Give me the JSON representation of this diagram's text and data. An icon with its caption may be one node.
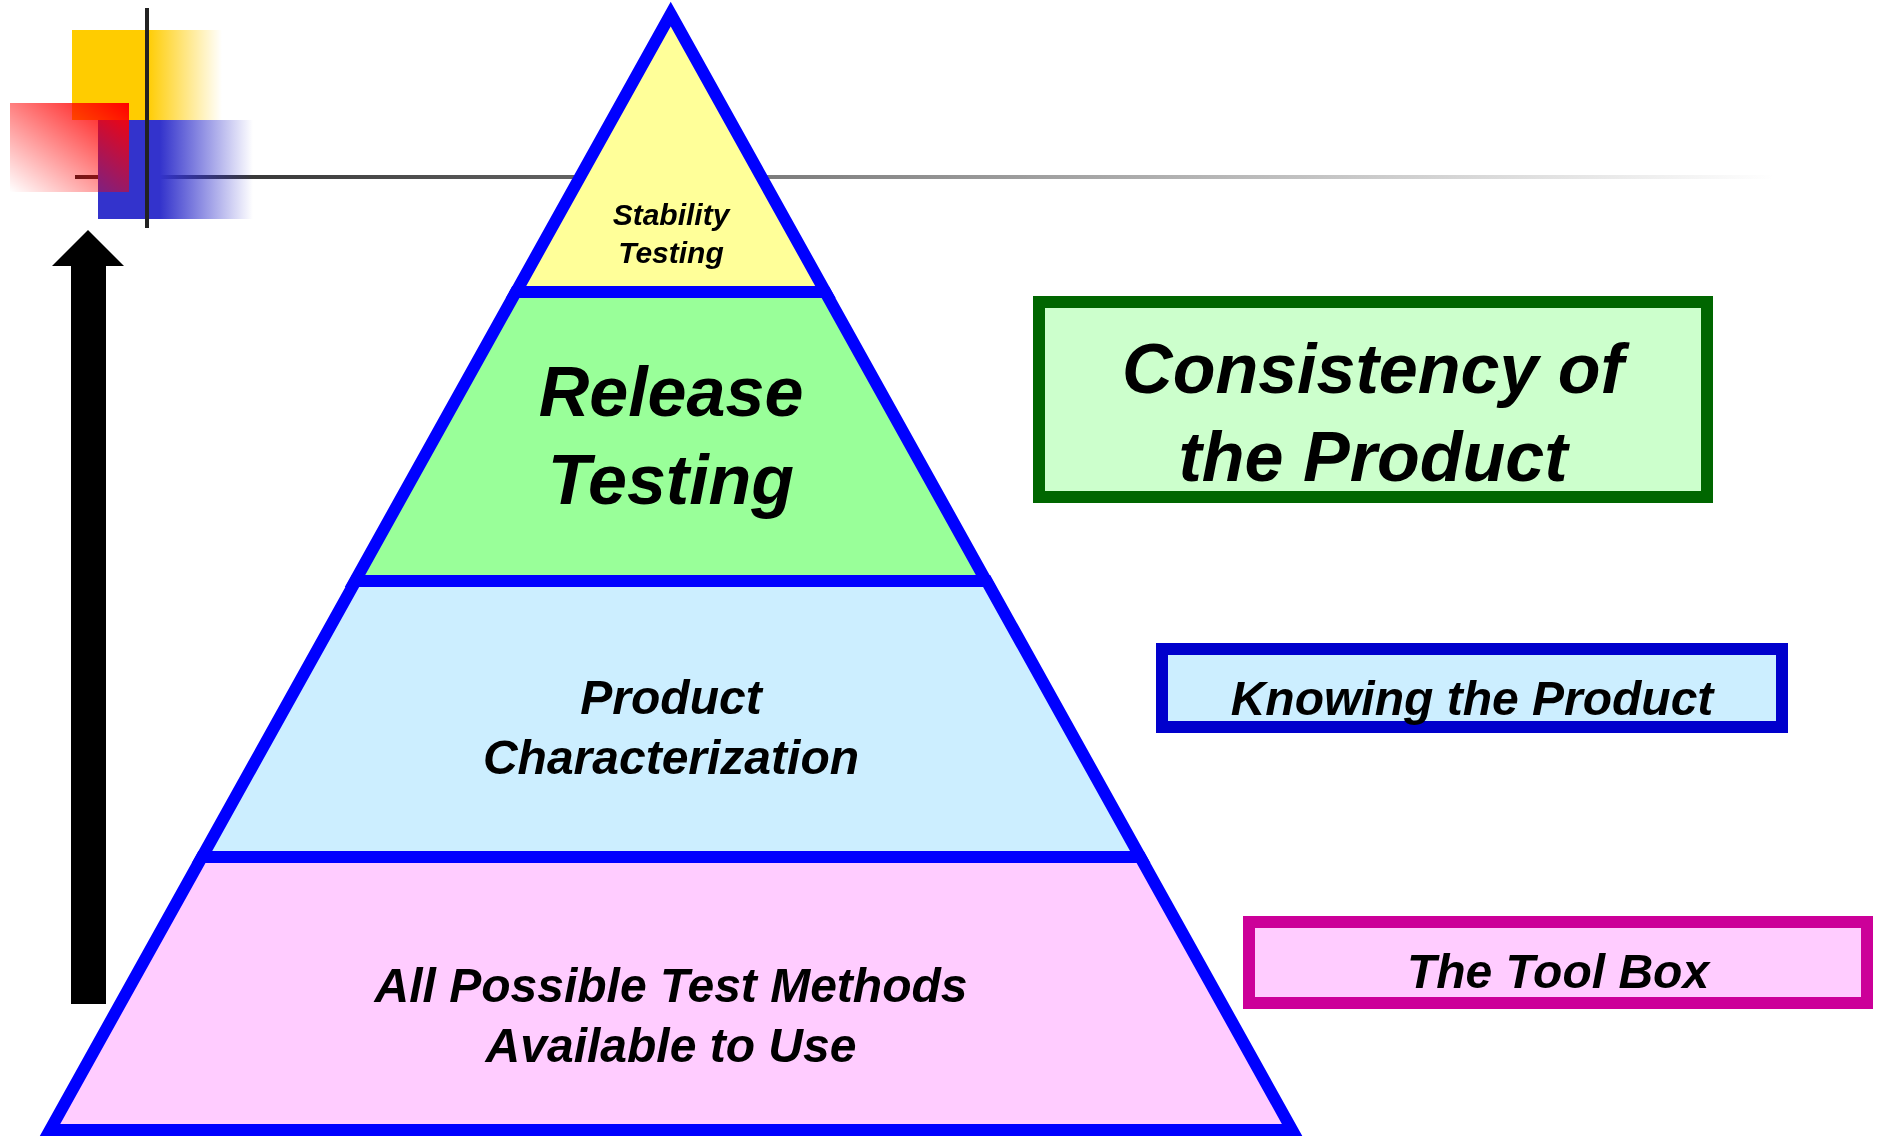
{
  "diagram": {
    "nodes": [
      {
        "text": [
          "Stability Testing"
        ]
      },
      {
        "text": [
          "Release Testing"
        ]
      },
      {
        "text": [
          "Product Characterization"
        ]
      },
      {
        "text": [
          "All Possible Test Methods Available to Use"
        ]
      },
      {
        "text": [
          "Consistency of the Product"
        ]
      },
      {
        "text": [
          "Knowing the Product"
        ]
      },
      {
        "text": [
          "The Tool Box"
        ]
      }
    ],
    "edges": []
  }
}
